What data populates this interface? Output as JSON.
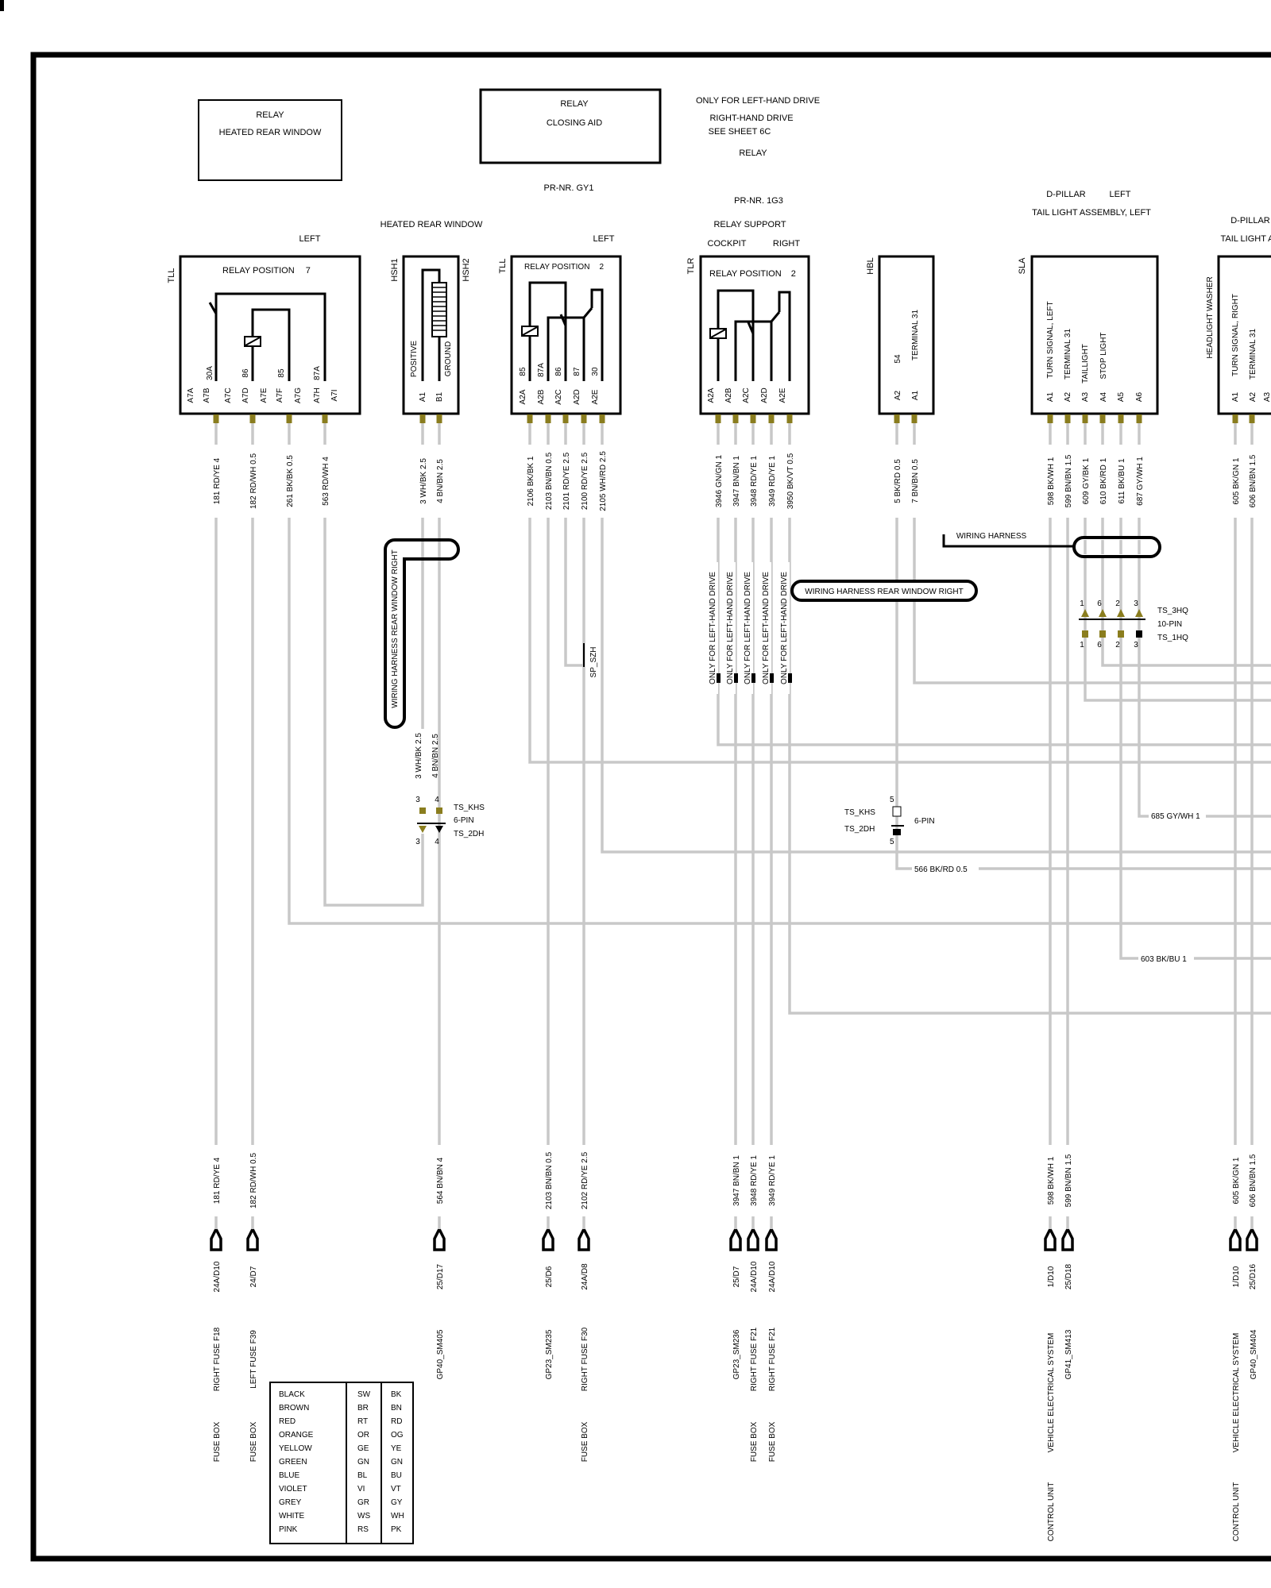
{
  "header": {
    "relay_heated_rear_window": [
      "RELAY",
      "HEATED REAR WINDOW"
    ],
    "relay_closing_aid": [
      "RELAY",
      "CLOSING AID"
    ],
    "note_lines": [
      "ONLY FOR LEFT-HAND DRIVE",
      "RIGHT-HAND DRIVE",
      "SEE SHEET 6C",
      "RELAY"
    ],
    "pr_nr_gy1": "PR-NR. GY1",
    "pr_nr_1g3": "PR-NR. 1G3",
    "relay_support": "RELAY SUPPORT",
    "cockpit": "COCKPIT",
    "right": "RIGHT",
    "left": "LEFT",
    "heated_rear_window": "HEATED REAR WINDOW",
    "d_pillar": "D-PILLAR",
    "tail_light_left": "TAIL LIGHT ASSEMBLY, LEFT",
    "tail_light_right_cut": "TAIL LIGHT A",
    "d_pillar_cut": "D-PILLAR"
  },
  "components": {
    "tll7": {
      "code": "TLL",
      "title": "RELAY POSITION",
      "num": "7",
      "pins": [
        "A7A",
        "A7B",
        "A7C",
        "A7D",
        "A7E",
        "A7F",
        "A7G",
        "A7H",
        "A7I"
      ],
      "terms": [
        "30A",
        "86",
        "85",
        "87A"
      ]
    },
    "hsh": {
      "code1": "HSH1",
      "code2": "HSH2",
      "pins": [
        "A1",
        "B1"
      ],
      "labels": [
        "POSITIVE",
        "GROUND"
      ]
    },
    "tll2": {
      "code": "TLL",
      "title": "RELAY POSITION",
      "num": "2",
      "pins": [
        "A2A",
        "A2B",
        "A2C",
        "A2D",
        "A2E"
      ],
      "terms": [
        "85",
        "87A",
        "86",
        "87",
        "30"
      ]
    },
    "tlr2": {
      "code": "TLR",
      "title": "RELAY POSITION",
      "num": "2",
      "pins": [
        "A2A",
        "A2B",
        "A2C",
        "A2D",
        "A2E"
      ]
    },
    "hbl": {
      "code": "HBL",
      "pins": [
        "A2",
        "A1"
      ],
      "labels": [
        "54",
        "TERMINAL 31"
      ]
    },
    "sla": {
      "code": "SLA",
      "pins": [
        "A1",
        "A2",
        "A3",
        "A4",
        "A5",
        "A6"
      ],
      "labels": [
        "TURN SIGNAL, LEFT",
        "TERMINAL 31",
        "TAILLIGHT",
        "STOP LIGHT"
      ]
    },
    "slr": {
      "code": "HEADLIGHT WASHER",
      "pins": [
        "A1",
        "A2",
        "A3"
      ],
      "labels": [
        "TURN SIGNAL, RIGHT",
        "TERMINAL 31"
      ]
    }
  },
  "wires_top": [
    "181 RD/YE 4",
    "182 RD/WH 0.5",
    "261 BK/BK 0.5",
    "563 RD/WH 4",
    "3 WH/BK 2.5",
    "4 BN/BN 2.5",
    "2106 BK/BK 1",
    "2103 BN/BN 0.5",
    "2101 RD/YE 2.5",
    "2100 RD/YE 2.5",
    "2105 WH/RD 2.5",
    "3946 GN/GN 1",
    "3947 BN/BN 1",
    "3948 RD/YE 1",
    "3949 RD/YE 1",
    "3950 BK/VT 0.5",
    "5 BK/RD 0.5",
    "7 BN/BN 0.5",
    "598 BK/WH 1",
    "599 BN/BN 1.5",
    "609 GY/BK 1",
    "610 BK/RD 1",
    "611 BK/BU 1",
    "687 GY/WH 1",
    "605 BK/GN 1",
    "606 BN/BN 1.5"
  ],
  "wires_mid": [
    "3 WH/BK 2.5",
    "4 BN/BN 2.5"
  ],
  "wires_bottom": [
    "181 RD/YE 4",
    "182 RD/WH 0.5",
    "564 BN/BN 4",
    "2103 BN/BN 0.5",
    "2102 RD/YE 2.5",
    "3947 BN/BN 1",
    "3948 RD/YE 1",
    "3949 RD/YE 1",
    "598 BK/WH 1",
    "599 BN/BN 1.5",
    "605 BK/GN 1",
    "606 BN/BN 1.5"
  ],
  "wires_horizontal": [
    "685 GY/WH 1",
    "566 BK/RD 0.5",
    "603 BK/BU 1"
  ],
  "lhd_note": "ONLY FOR LEFT-HAND DRIVE",
  "harness": {
    "rear_window_right": "WIRING HARNESS REAR WINDOW RIGHT",
    "rear_window_right_h": "WIRING HARNESS REAR WINDOW RIGHT",
    "generic": "WIRING HARNESS"
  },
  "connectors": {
    "khs": [
      "TS_KHS",
      "6-PIN",
      "TS_2DH"
    ],
    "khs_pins": [
      "3",
      "4",
      "3",
      "4"
    ],
    "hbl_conn": [
      "TS_KHS",
      "TS_2DH",
      "6-PIN"
    ],
    "hbl_pins": [
      "5",
      "5"
    ],
    "hq": [
      "TS_3HQ",
      "10-PIN",
      "TS_1HQ"
    ],
    "hq_pins": [
      "1",
      "6",
      "2",
      "3",
      "1",
      "6",
      "2",
      "3"
    ],
    "sp": "SP_SZH"
  },
  "terminals": [
    "24A/D10",
    "24/D7",
    "25/D17",
    "25/D6",
    "24A/D8",
    "25/D7",
    "24A/D10",
    "24A/D10",
    "1/D10",
    "25/D18",
    "1/D10",
    "25/D16"
  ],
  "destinations": [
    [
      "RIGHT  FUSE F18",
      "FUSE BOX"
    ],
    [
      "LEFT  FUSE F39",
      "FUSE BOX"
    ],
    [
      "GP40_SM405"
    ],
    [
      "GP23_SM235"
    ],
    [
      "RIGHT  FUSE F30",
      "FUSE BOX"
    ],
    [
      "GP23_SM236"
    ],
    [
      "RIGHT  FUSE F21",
      "FUSE BOX"
    ],
    [
      "RIGHT  FUSE F21",
      "FUSE BOX"
    ],
    [
      "GP41_SM413",
      "VEHICLE ELECTRICAL SYSTEM",
      "CONTROL UNIT"
    ],
    [
      "GP40_SM404",
      "VEHICLE ELECTRICAL SYSTEM",
      "CONTROL UNIT"
    ]
  ],
  "legend": [
    [
      "BLACK",
      "SW",
      "BK"
    ],
    [
      "BROWN",
      "BR",
      "BN"
    ],
    [
      "RED",
      "RT",
      "RD"
    ],
    [
      "ORANGE",
      "OR",
      "OG"
    ],
    [
      "YELLOW",
      "GE",
      "YE"
    ],
    [
      "GREEN",
      "GN",
      "GN"
    ],
    [
      "BLUE",
      "BL",
      "BU"
    ],
    [
      "VIOLET",
      "VI",
      "VT"
    ],
    [
      "GREY",
      "GR",
      "GY"
    ],
    [
      "WHITE",
      "WS",
      "WH"
    ],
    [
      "PINK",
      "RS",
      "PK"
    ]
  ],
  "colors": {
    "wire": "#c8c8c8",
    "pin": "#8a7d1e",
    "frame": "#000000"
  }
}
